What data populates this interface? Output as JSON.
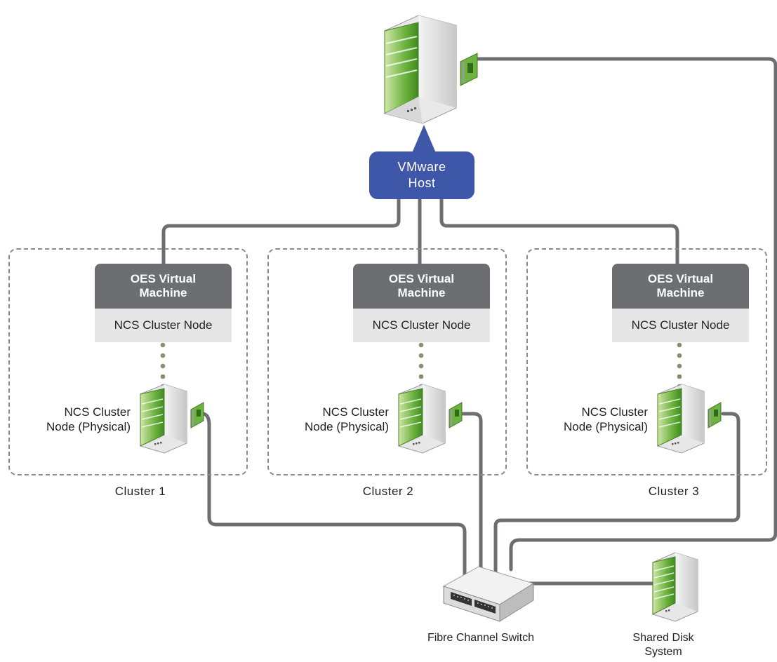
{
  "host": {
    "label_line1": "VMware",
    "label_line2": "Host"
  },
  "clusters": [
    {
      "vm_title_line1": "OES Virtual",
      "vm_title_line2": "Machine",
      "vm_node": "NCS Cluster Node",
      "physical_line1": "NCS Cluster",
      "physical_line2": "Node (Physical)",
      "cluster_label": "Cluster 1"
    },
    {
      "vm_title_line1": "OES Virtual",
      "vm_title_line2": "Machine",
      "vm_node": "NCS Cluster Node",
      "physical_line1": "NCS Cluster",
      "physical_line2": "Node (Physical)",
      "cluster_label": "Cluster 2"
    },
    {
      "vm_title_line1": "OES Virtual",
      "vm_title_line2": "Machine",
      "vm_node": "NCS Cluster Node",
      "physical_line1": "NCS Cluster",
      "physical_line2": "Node (Physical)",
      "cluster_label": "Cluster 3"
    }
  ],
  "switch": {
    "label": "Fibre Channel Switch"
  },
  "storage": {
    "label_line1": "Shared Disk",
    "label_line2": "System"
  },
  "colors": {
    "connector": "#6d6e71",
    "host_bubble": "#3f57a8",
    "server_green": "#6db33f",
    "vm_header": "#6d6e71"
  },
  "icons": [
    "server-icon",
    "network-card-icon",
    "fibre-channel-switch-icon",
    "disk-storage-icon"
  ]
}
